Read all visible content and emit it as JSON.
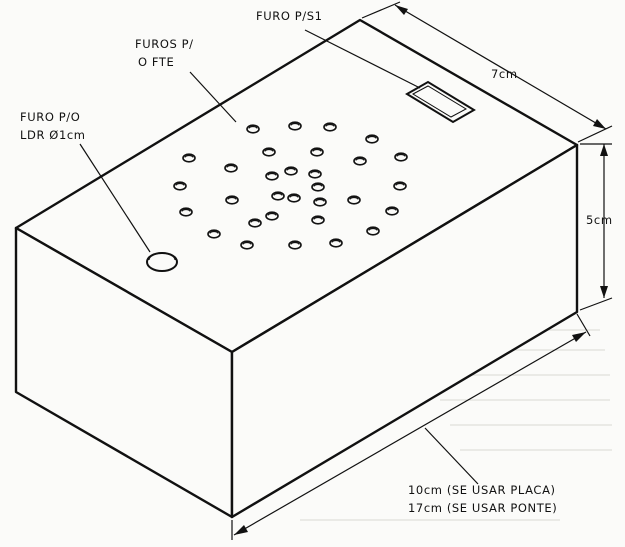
{
  "diagram": {
    "labels": {
      "furo_s1": "FURO P/S1",
      "furos_fte_line1": "FUROS P/",
      "furos_fte_line2": "O FTE",
      "furo_ldr_line1": "FURO P/O",
      "furo_ldr_line2": "LDR Ø1cm",
      "dim_width": "7cm",
      "dim_height": "5cm",
      "dim_length_line1": "10cm (SE USAR PLACA)",
      "dim_length_line2": "17cm (SE USAR PONTE)"
    },
    "colors": {
      "ink": "#111111",
      "paper": "#fbfbf9"
    }
  }
}
